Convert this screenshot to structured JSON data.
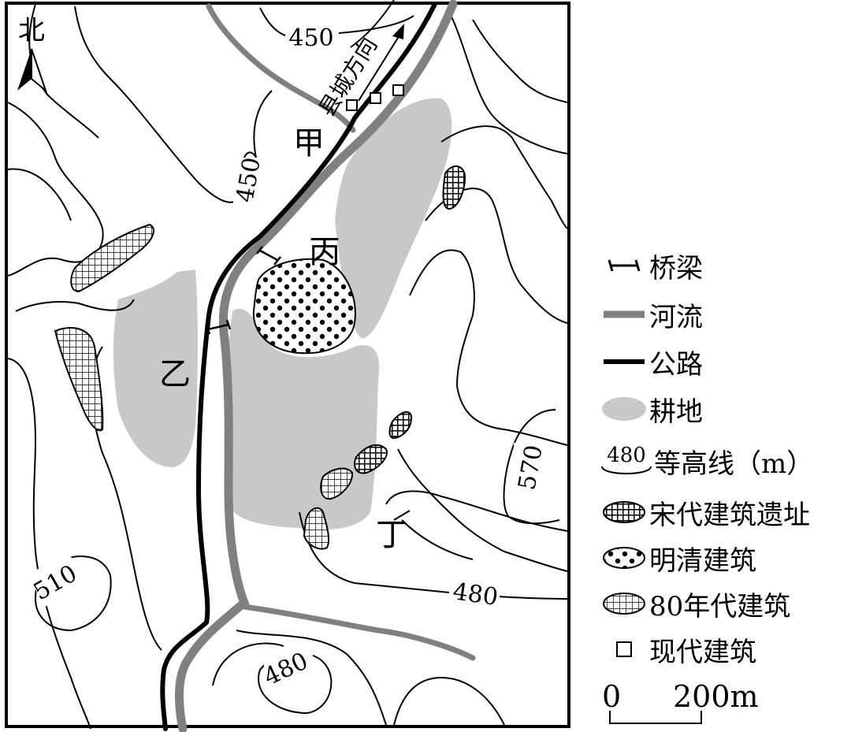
{
  "map": {
    "north_label": "北",
    "direction_label": "县城方向",
    "place_labels": {
      "jia": "甲",
      "yi": "乙",
      "bing": "丙",
      "ding": "丁"
    },
    "contour_labels": [
      "450",
      "450",
      "510",
      "480",
      "480",
      "570"
    ]
  },
  "legend": {
    "items": [
      {
        "label": "桥梁",
        "symbol": "bridge-icon"
      },
      {
        "label": "河流",
        "symbol": "river-icon"
      },
      {
        "label": "公路",
        "symbol": "road-icon"
      },
      {
        "label": "耕地",
        "symbol": "farmland-icon"
      },
      {
        "label": "等高线（m）",
        "symbol": "contour-icon",
        "symbol_text": "480"
      },
      {
        "label": "宋代建筑遗址",
        "symbol": "song-ruins-icon"
      },
      {
        "label": "明清建筑",
        "symbol": "ming-qing-icon"
      },
      {
        "label": "80年代建筑",
        "symbol": "eighties-icon"
      },
      {
        "label": "现代建筑",
        "symbol": "modern-icon"
      }
    ]
  },
  "scale": {
    "start": "0",
    "end": "200m"
  },
  "colors": {
    "river": "#808080",
    "farmland": "#c8c8c8",
    "road": "#000000"
  }
}
